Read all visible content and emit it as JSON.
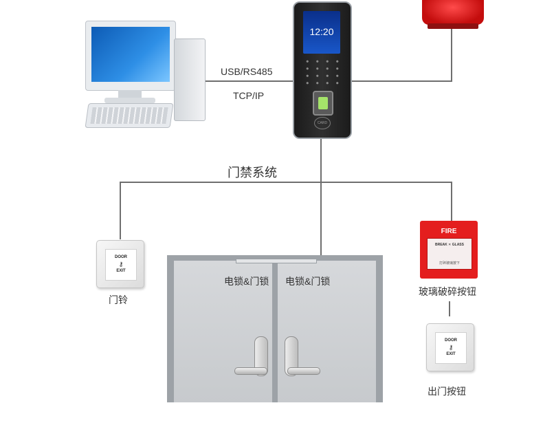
{
  "connections": {
    "usb_rs485": "USB/RS485",
    "tcp_ip": "TCP/IP"
  },
  "system_title": "门禁系统",
  "terminal": {
    "time": "12:20",
    "card_mark": "CARD"
  },
  "door_button_plate": {
    "line1": "DOOR",
    "line2": "EXIT"
  },
  "labels": {
    "doorbell": "门铃",
    "break_glass": "玻璃破碎按钮",
    "exit_button": "出门按钮",
    "lock_left": "电锁&门锁",
    "lock_right": "电锁&门锁"
  },
  "break_glass": {
    "fire": "FIRE",
    "glass": "BREAK ✕ GLASS",
    "sub": "打碎玻璃按下"
  },
  "colors": {
    "line": "#6e6e6e",
    "alarm": "#d81212",
    "fire_box": "#e41e1e",
    "screen": "#1957c9"
  },
  "icons": [
    "computer-icon",
    "access-terminal-icon",
    "alarm-light-icon",
    "key-icon",
    "door-icon"
  ]
}
